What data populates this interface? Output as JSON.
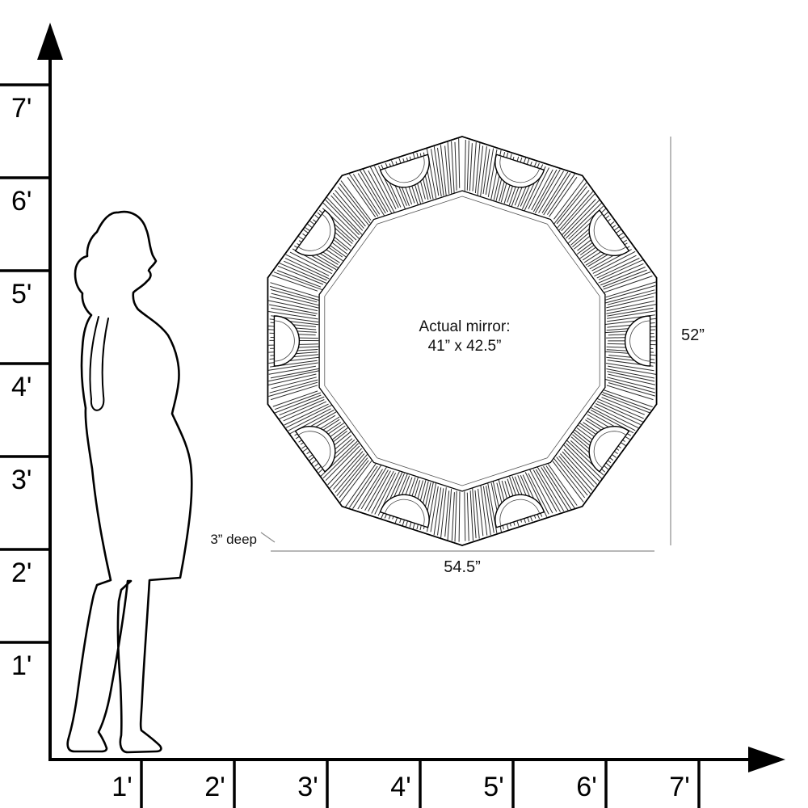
{
  "axes": {
    "y_tick_labels": [
      "7'",
      "6'",
      "5'",
      "4'",
      "3'",
      "2'",
      "1'"
    ],
    "x_tick_labels": [
      "1'",
      "2'",
      "3'",
      "4'",
      "5'",
      "6'",
      "7'"
    ],
    "unit": "feet"
  },
  "mirror": {
    "center_label_line1": "Actual mirror:",
    "center_label_line2": "41” x 42.5”",
    "width_label": "54.5”",
    "height_label": "52”",
    "depth_label": "3” deep",
    "shape": "decagon",
    "sides": 10,
    "medallion_count": 10
  },
  "figure": {
    "description": "standing woman silhouette for scale"
  },
  "colors": {
    "ink": "#000000",
    "hatch": "#2b2b2b",
    "dimension": "#8c8c8c",
    "background": "#ffffff"
  }
}
